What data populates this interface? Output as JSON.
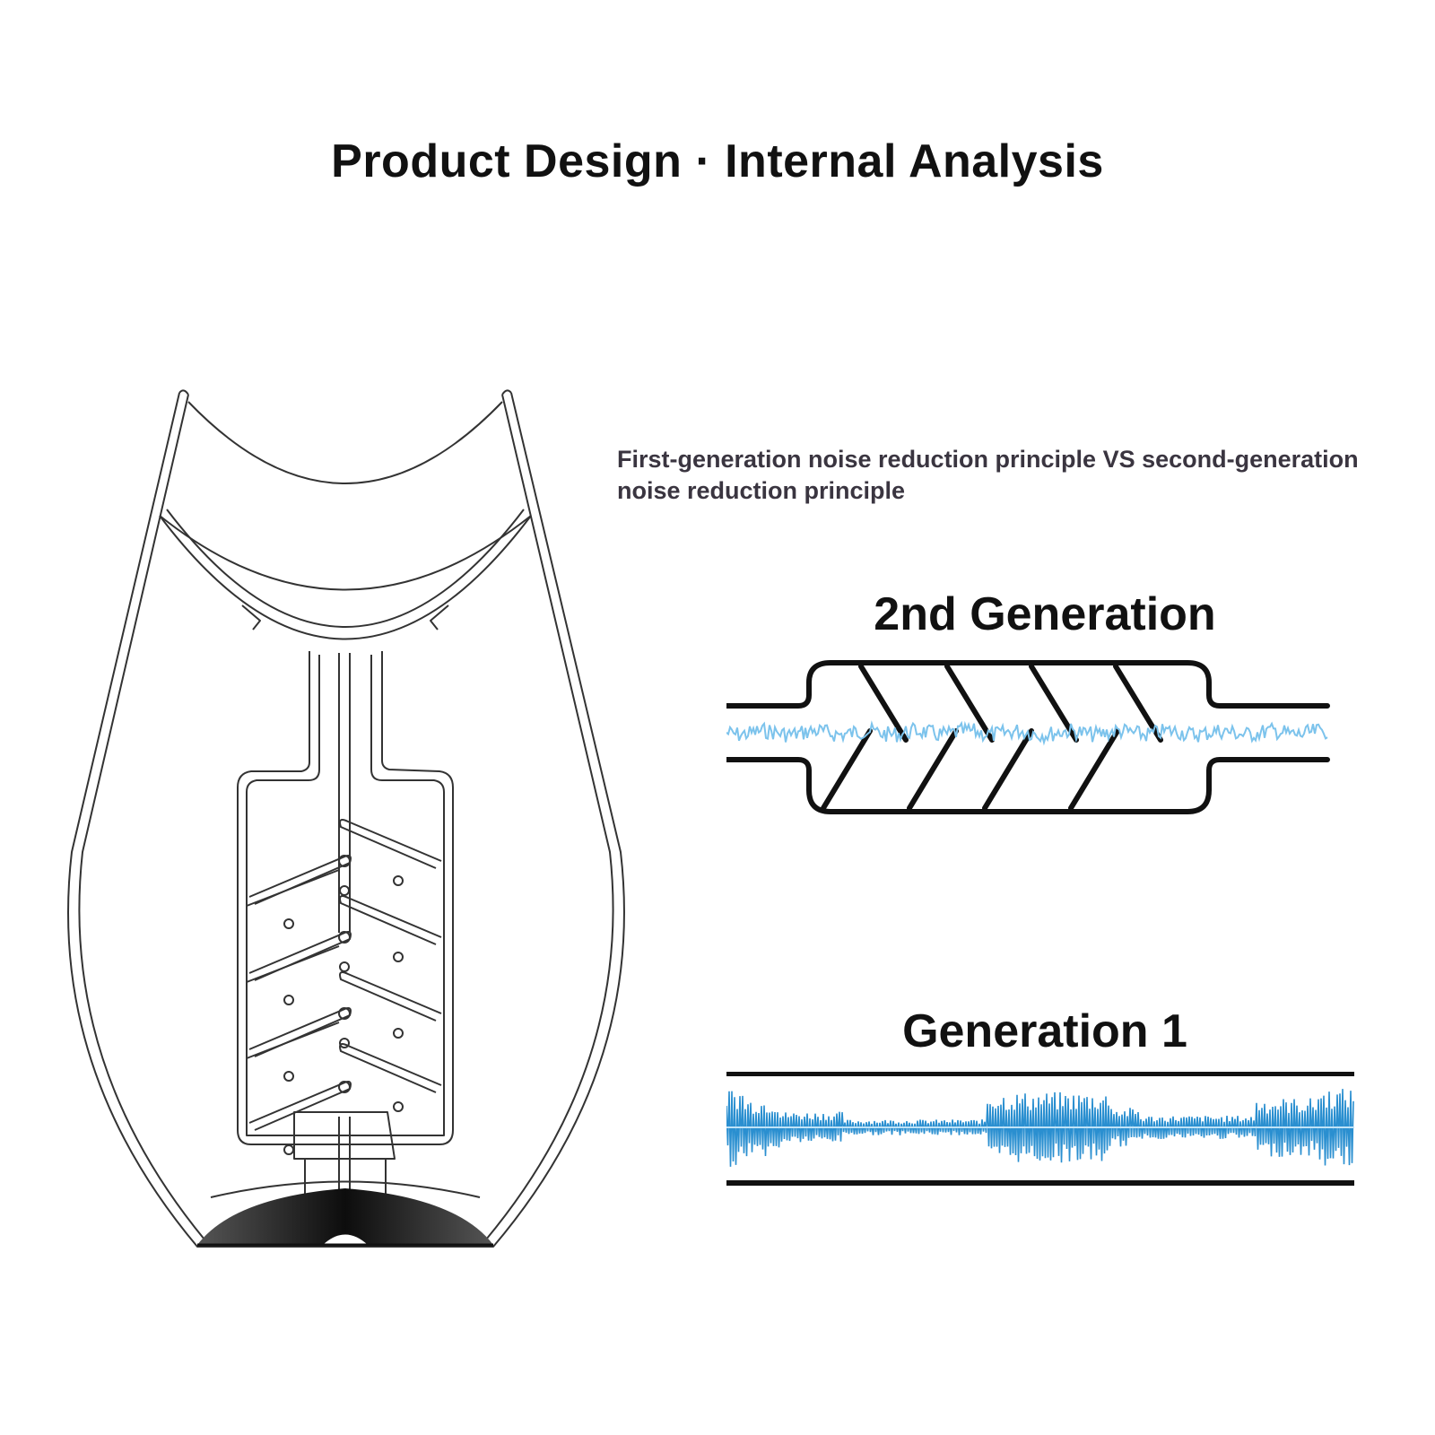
{
  "header": {
    "title": "Product Design · Internal Analysis"
  },
  "comparison": {
    "subtitle": "First-generation noise reduction principle VS second-generation noise reduction principle",
    "gen2": {
      "label": "2nd Generation"
    },
    "gen1": {
      "label": "Generation 1"
    }
  },
  "colors": {
    "outline": "#333333",
    "text": "#111111",
    "subtitle": "#3a3540",
    "wave": "#2a8fd0",
    "wave_light": "#7cc3ec",
    "base": "#1a1a1a"
  },
  "icons": {
    "device": "device-cutaway-icon",
    "gen2": "baffled-muffler-icon",
    "gen1": "straight-tube-icon"
  }
}
